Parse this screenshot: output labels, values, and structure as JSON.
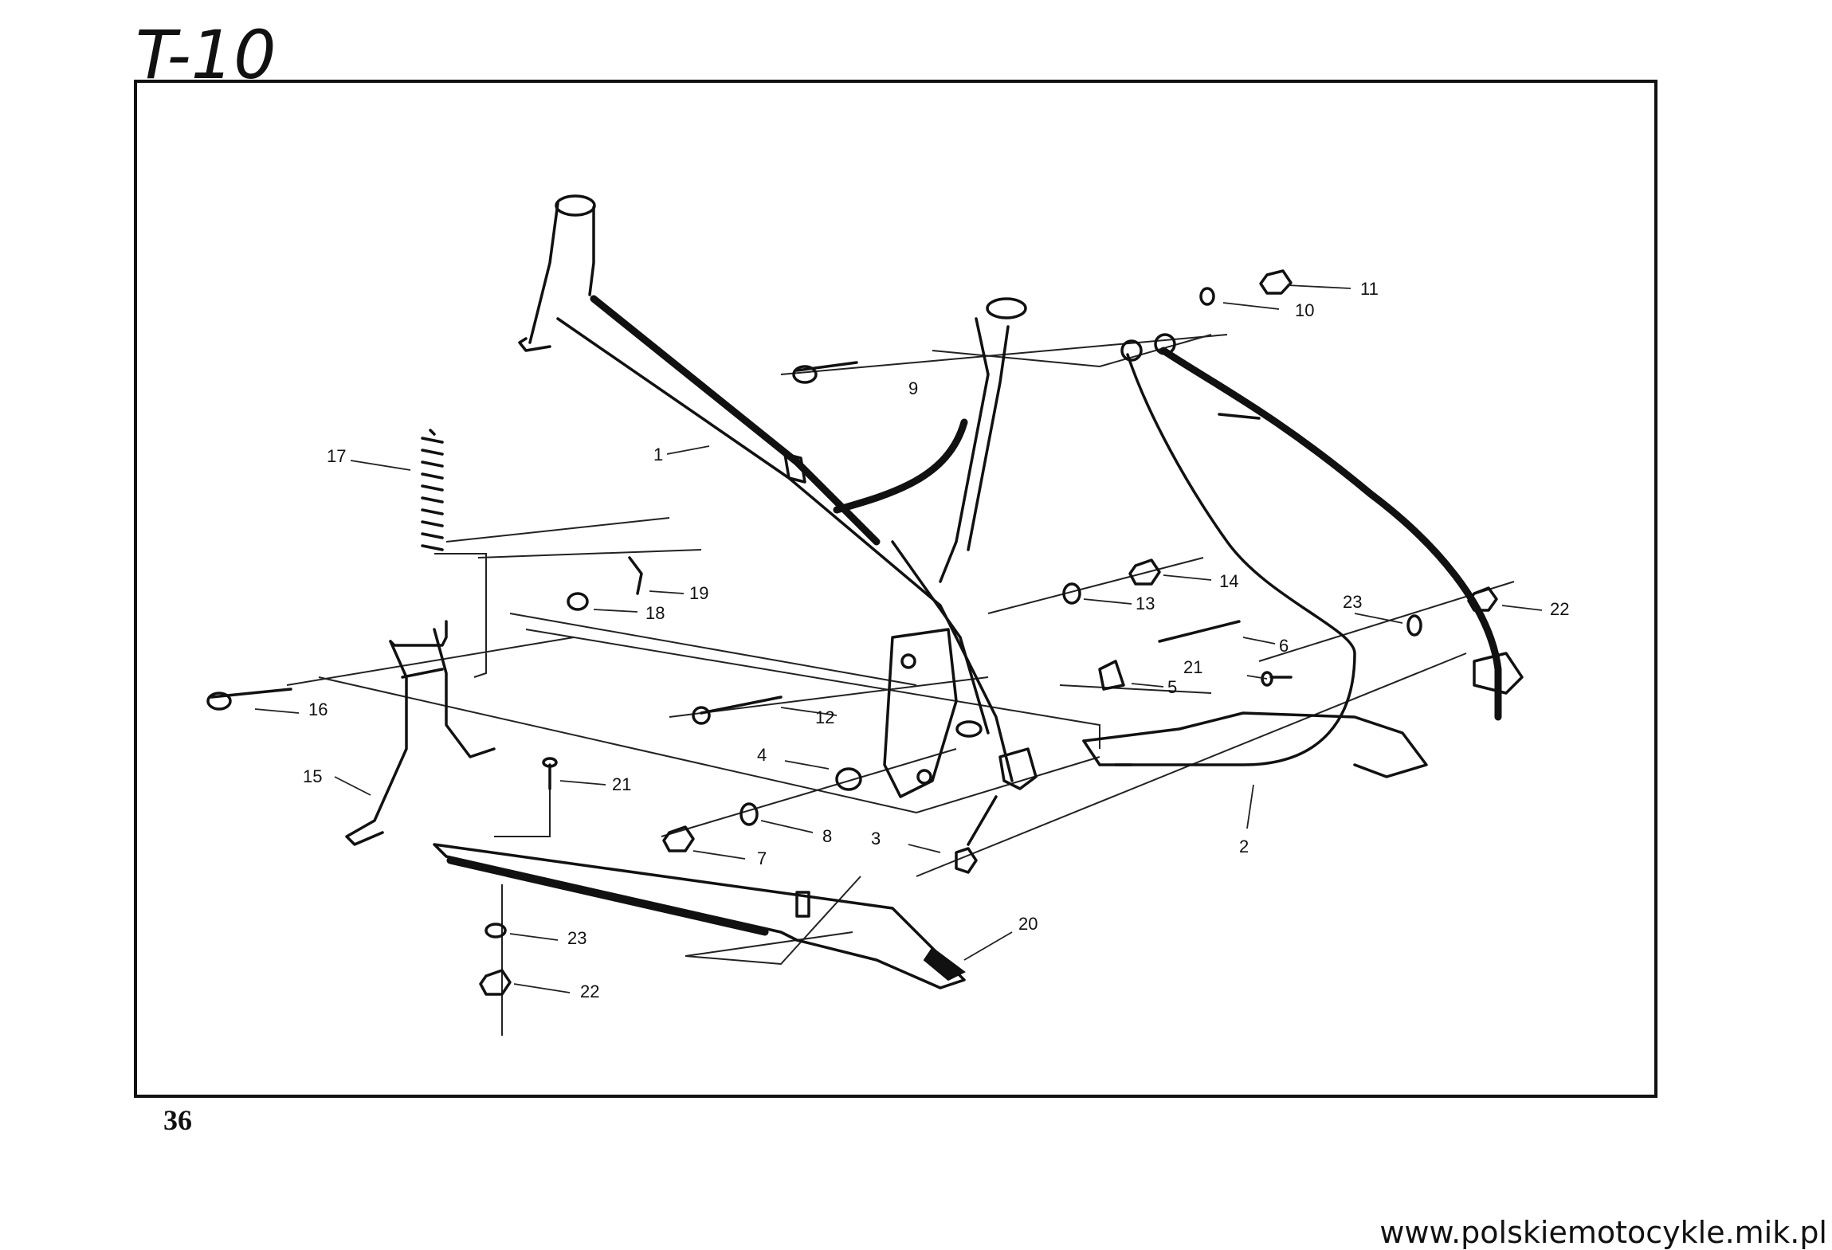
{
  "header": {
    "title": "T-10"
  },
  "footer": {
    "page_number": "36",
    "website": "www.polskiemotocykle.mik.pl"
  },
  "diagram": {
    "callouts": [
      "1",
      "2",
      "3",
      "4",
      "5",
      "6",
      "7",
      "8",
      "9",
      "10",
      "11",
      "12",
      "13",
      "14",
      "15",
      "16",
      "17",
      "18",
      "19",
      "20",
      "21",
      "21",
      "22",
      "22",
      "23",
      "23"
    ]
  }
}
